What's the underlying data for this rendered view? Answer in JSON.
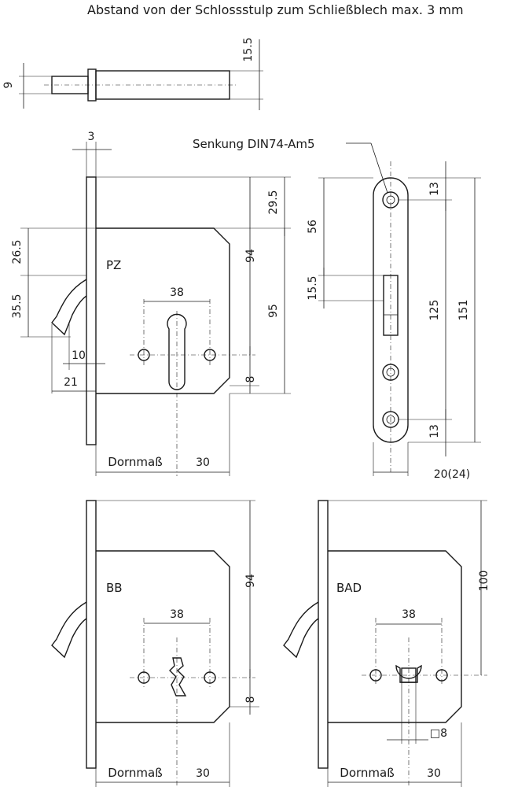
{
  "note": "Abstand von der Schlossstulp zum Schließblech max. 3 mm",
  "strike_pin": {
    "dim_height": "15.5",
    "dim_pin": "9"
  },
  "pz_view": {
    "label": "PZ",
    "dim_faceplate": "3",
    "dim_top": "29.5",
    "dim_a": "26.5",
    "dim_b": "35.5",
    "dim_94": "94",
    "dim_95": "95",
    "dim_38": "38",
    "dim_8": "8",
    "dim_10": "10",
    "dim_21": "21",
    "dornmass": "Dornmaß",
    "dim_30": "30"
  },
  "faceplate_view": {
    "countersink_label": "Senkung DIN74-Am5",
    "dim_13_top": "13",
    "dim_56": "56",
    "dim_15_5": "15.5",
    "dim_125": "125",
    "dim_151": "151",
    "dim_13_bottom": "13",
    "dim_width": "20(24)"
  },
  "bb_view": {
    "label": "BB",
    "dim_38": "38",
    "dim_94": "94",
    "dim_8": "8",
    "dornmass": "Dornmaß",
    "dim_30": "30"
  },
  "bad_view": {
    "label": "BAD",
    "dim_38": "38",
    "dim_100": "100",
    "dim_square": "□8",
    "dornmass": "Dornmaß",
    "dim_30": "30"
  }
}
